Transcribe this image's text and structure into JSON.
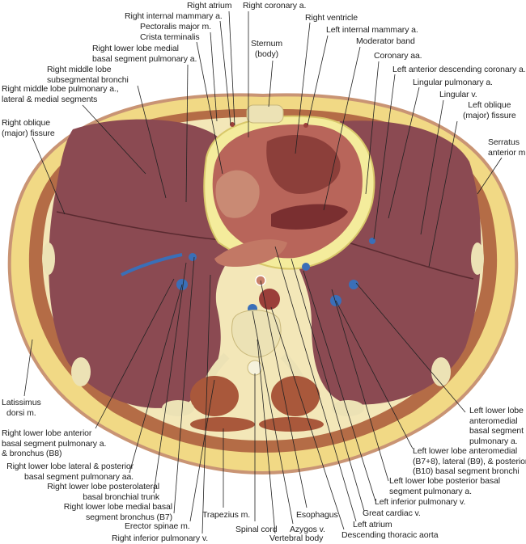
{
  "labels": {
    "right_atrium": "Right atrium",
    "right_coronary_a": "Right coronary a.",
    "right_internal_mammary_a": "Right internal mammary a.",
    "pectoralis_major_m": "Pectoralis major m.",
    "crista_terminalis": "Crista terminalis",
    "rll_medial_basal_pa": [
      "Right lower lobe medial",
      "basal segment pulmonary a."
    ],
    "sternum": [
      "Sternum",
      "(body)"
    ],
    "right_ventricle": "Right ventricle",
    "left_internal_mammary_a": "Left internal mammary a.",
    "moderator_band": "Moderator band",
    "coronary_aa": "Coronary aa.",
    "lad": "Left anterior descending coronary a.",
    "lingular_pa": "Lingular pulmonary a.",
    "rml_subsegmental_bronchi": [
      "Right middle lobe",
      "subsegmental bronchi"
    ],
    "rml_pa": [
      "Right middle lobe pulmonary a.,",
      "lateral & medial segments"
    ],
    "lingular_v": "Lingular v.",
    "left_oblique_fissure": [
      "Left oblique",
      "(major) fissure"
    ],
    "right_oblique_fissure": [
      "Right oblique",
      "(major) fissure"
    ],
    "serratus_anterior": [
      "Serratus",
      "anterior m."
    ],
    "latissimus_dorsi": [
      "Latissimus",
      "dorsi m."
    ],
    "lll_anteromedial_pa": [
      "Left lower lobe",
      "anteromedial",
      "basal segment",
      "pulmonary a."
    ],
    "rll_anterior_basal": [
      "Right lower lobe anterior",
      "basal segment pulmonary a.",
      "& bronchus (B8)"
    ],
    "lll_bronchi": [
      "Left lower lobe anteromedial",
      "(B7+8), lateral (B9), & posterior",
      "(B10) basal segment bronchi"
    ],
    "rll_lat_post_paa": [
      "Right lower lobe lateral & posterior",
      "basal segment pulmonary aa."
    ],
    "lll_posterior_basal_pa": [
      "Left lower lobe posterior basal",
      "segment pulmonary a."
    ],
    "rll_posterolateral_trunk": [
      "Right lower lobe posterolateral",
      "basal bronchial trunk"
    ],
    "left_inferior_pv": "Left inferior pulmonary v.",
    "rll_medial_basal_bronchus": [
      "Right lower lobe medial basal",
      "segment bronchus (B7)"
    ],
    "trapezius": "Trapezius m.",
    "esophagus": "Esophagus",
    "great_cardiac_v": "Great cardiac v.",
    "erector_spinae": "Erector spinae m.",
    "spinal_cord": "Spinal cord",
    "azygos_v": "Azygos v.",
    "left_atrium": "Left atrium",
    "descending_aorta": "Descending thoracic aorta",
    "right_inferior_pv": "Right inferior pulmonary v.",
    "vertebral_body": "Vertebral body"
  },
  "colors": {
    "fat": "#f1d985",
    "skin": "#c99474",
    "lung": "#8b4a52",
    "muscle": "#a9583b",
    "heart": "#b8655a",
    "pericardium": "#f4ec9c",
    "bone": "#ece2b5",
    "vein": "#3a6fb8"
  }
}
